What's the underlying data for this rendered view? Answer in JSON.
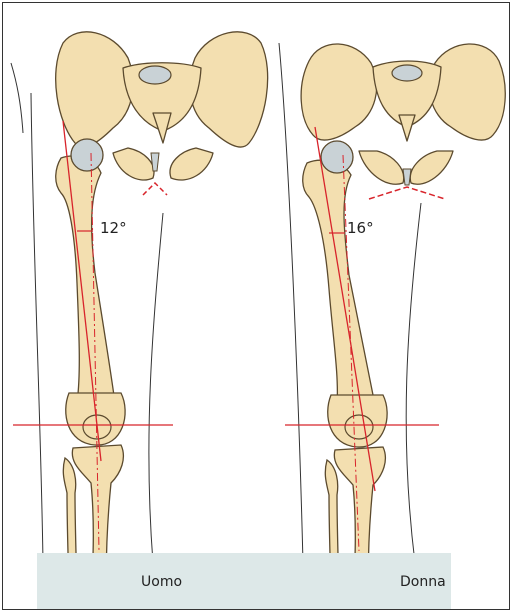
{
  "figure": {
    "panels": [
      {
        "id": "male",
        "angle_label": "12°",
        "caption": "Uomo"
      },
      {
        "id": "female",
        "angle_label": "16°",
        "caption": "Donna"
      }
    ],
    "colors": {
      "bone_fill": "#f3dfb0",
      "bone_stroke": "#5b4a2e",
      "cartilage": "#c9d2d6",
      "axis_red": "#d8242b",
      "caption_bar": "#dde8e8",
      "outline": "#333333"
    }
  }
}
